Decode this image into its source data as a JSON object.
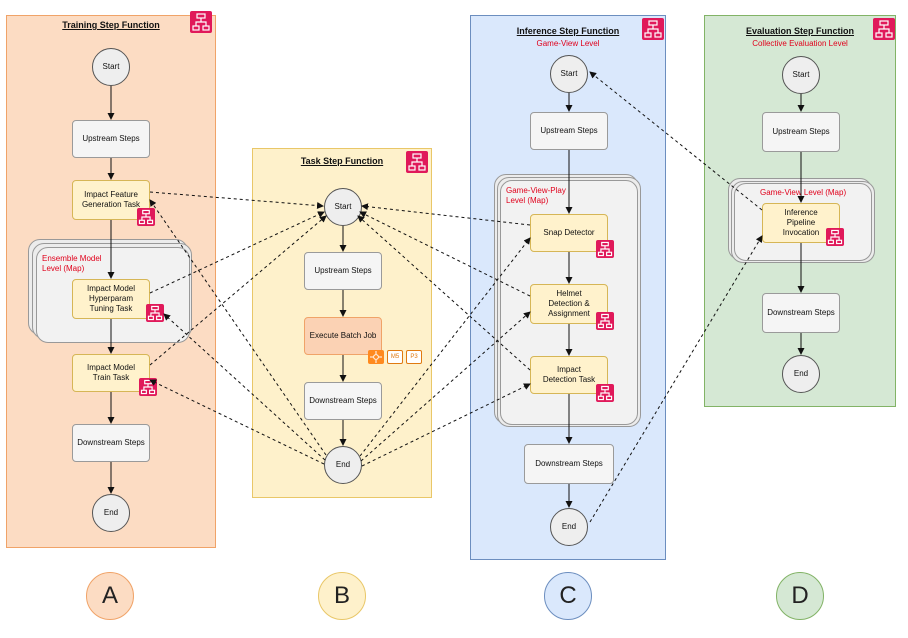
{
  "panels": {
    "a": {
      "title": "Training Step Function",
      "map_label": "Ensemble Model Level (Map)"
    },
    "b": {
      "title": "Task Step Function"
    },
    "c": {
      "title": "Inference Step Function",
      "subtitle": "Game-View Level",
      "map_label": "Game-View-Play Level (Map)"
    },
    "d": {
      "title": "Evaluation Step Function",
      "subtitle": "Collective Evaluation Level",
      "map_label": "Game-View Level (Map)"
    }
  },
  "nodes": {
    "a_start": "Start",
    "a_upstream": "Upstream Steps",
    "a_feature": "Impact Feature Generation Task",
    "a_hyper": "Impact Model Hyperparam Tuning Task",
    "a_train": "Impact Model Train Task",
    "a_downstream": "Downstream Steps",
    "a_end": "End",
    "b_start": "Start",
    "b_upstream": "Upstream Steps",
    "b_batch": "Execute Batch Job",
    "b_downstream": "Downstream Steps",
    "b_end": "End",
    "c_start": "Start",
    "c_upstream": "Upstream Steps",
    "c_snap": "Snap Detector",
    "c_helmet": "Helmet Detection & Assignment",
    "c_impact": "Impact Detection Task",
    "c_downstream": "Downstream Steps",
    "c_end": "End",
    "d_start": "Start",
    "d_upstream": "Upstream Steps",
    "d_inference": "Inference Pipeline Invocation",
    "d_downstream": "Downstream Steps",
    "d_end": "End"
  },
  "instance_chips": [
    "M5",
    "P3"
  ],
  "letters": {
    "a": "A",
    "b": "B",
    "c": "C",
    "d": "D"
  },
  "colors": {
    "panel_a": "#fcdcc3",
    "panel_b": "#fef1cb",
    "panel_c": "#dae8fc",
    "panel_d": "#d5e8d4",
    "task": "#fff2cc",
    "step_function_icon": "#e0195a",
    "map_label": "#e0001b",
    "batch": "#fbd2b4"
  },
  "icons": {
    "step_function": "step-functions-icon",
    "batch": "batch-icon",
    "instance": "ec2-instance-icon"
  }
}
